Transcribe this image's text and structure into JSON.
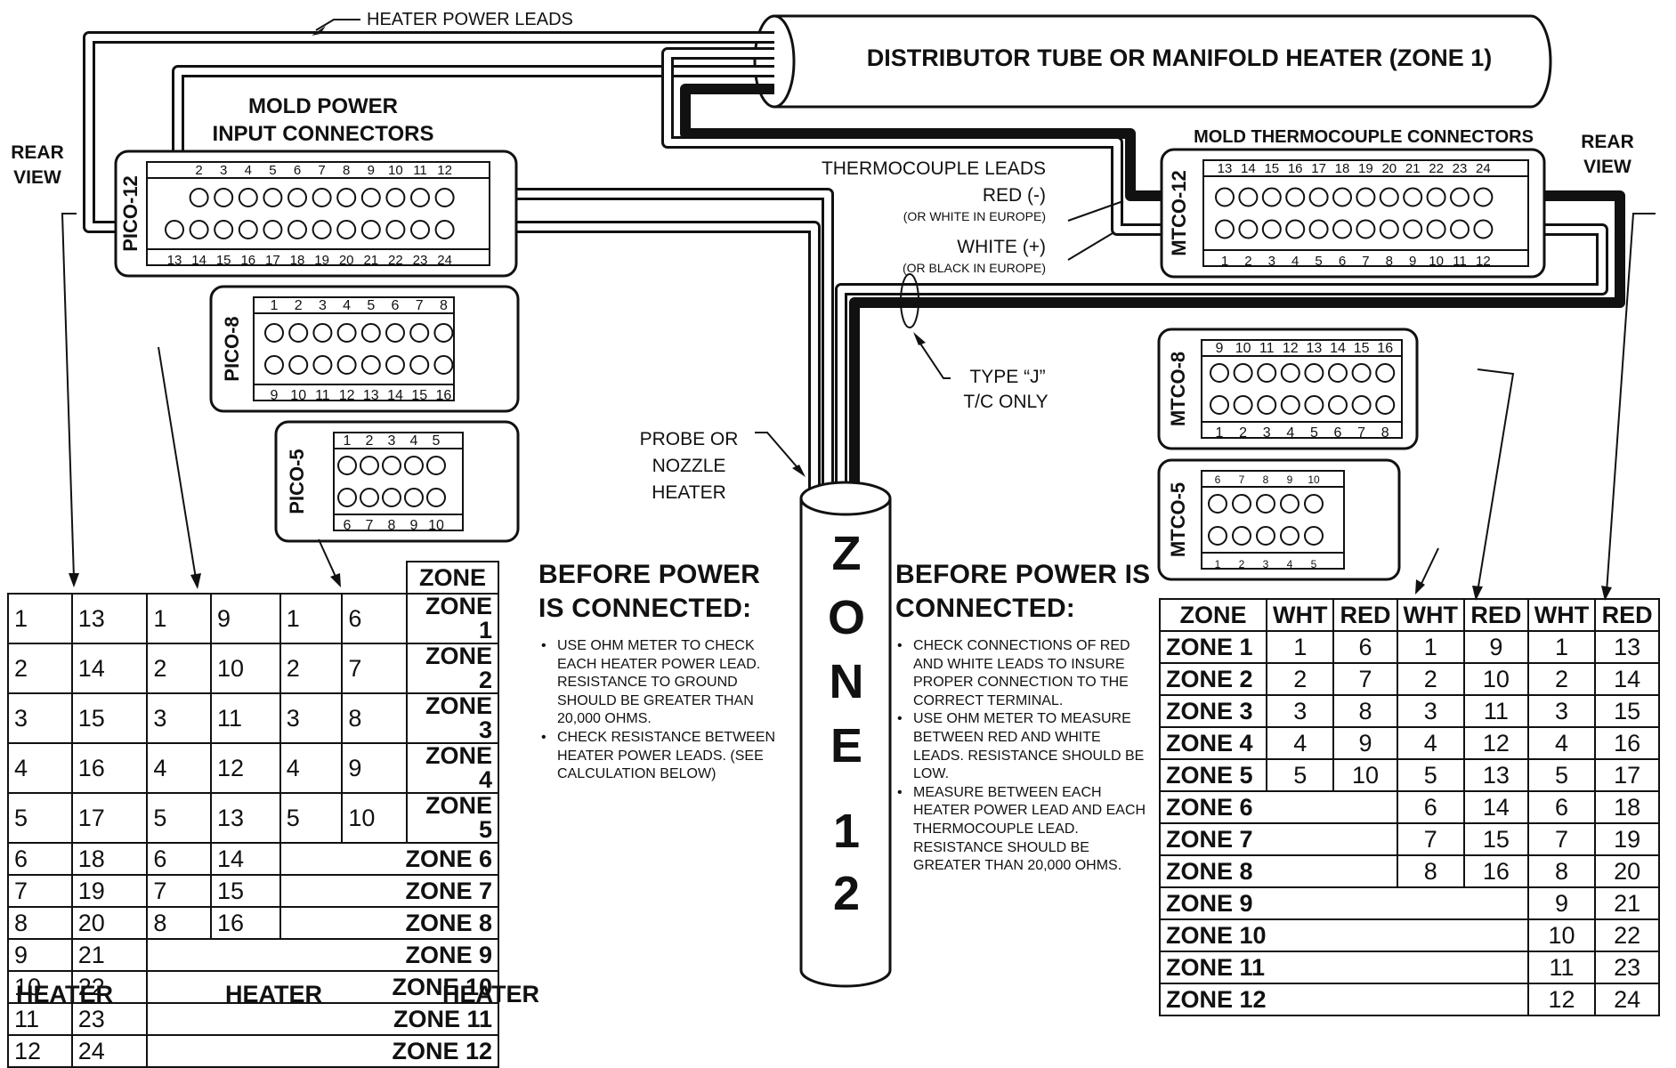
{
  "labels": {
    "heater_power_leads": "HEATER POWER LEADS",
    "distributor": "DISTRIBUTOR TUBE OR MANIFOLD HEATER (ZONE 1)",
    "mold_power_l1": "MOLD POWER",
    "mold_power_l2": "INPUT CONNECTORS",
    "rear_view_l1": "REAR",
    "rear_view_l2": "VIEW",
    "mold_tc": "MOLD THERMOCOUPLE CONNECTORS",
    "tc_leads": "THERMOCOUPLE LEADS",
    "red": "RED (-)",
    "red_note": "(OR WHITE IN EUROPE)",
    "white": "WHITE (+)",
    "white_note": "(OR BLACK IN EUROPE)",
    "type_j_l1": "TYPE “J”",
    "type_j_l2": "T/C ONLY",
    "probe_l1": "PROBE OR",
    "probe_l2": "NOZZLE",
    "probe_l3": "HEATER",
    "zone_vertical": [
      "Z",
      "O",
      "N",
      "E",
      "1",
      "2"
    ],
    "heater_footer": [
      "HEATER",
      "HEATER",
      "HEATER"
    ]
  },
  "connectors": {
    "pico12": {
      "name": "PICO-12",
      "top": [
        "2",
        "3",
        "4",
        "5",
        "6",
        "7",
        "8",
        "9",
        "10",
        "11",
        "12"
      ],
      "bottom": [
        "13",
        "14",
        "15",
        "16",
        "17",
        "18",
        "19",
        "20",
        "21",
        "22",
        "23",
        "24"
      ]
    },
    "pico8": {
      "name": "PICO-8",
      "top": [
        "1",
        "2",
        "3",
        "4",
        "5",
        "6",
        "7",
        "8"
      ],
      "bottom": [
        "9",
        "10",
        "11",
        "12",
        "13",
        "14",
        "15",
        "16"
      ]
    },
    "pico5": {
      "name": "PICO-5",
      "top": [
        "1",
        "2",
        "3",
        "4",
        "5"
      ],
      "bottom": [
        "6",
        "7",
        "8",
        "9",
        "10"
      ]
    },
    "mtco12": {
      "name": "MTCO-12",
      "top": [
        "13",
        "14",
        "15",
        "16",
        "17",
        "18",
        "19",
        "20",
        "21",
        "22",
        "23",
        "24"
      ],
      "bottom": [
        "1",
        "2",
        "3",
        "4",
        "5",
        "6",
        "7",
        "8",
        "9",
        "10",
        "11",
        "12"
      ]
    },
    "mtco8": {
      "name": "MTCO-8",
      "top": [
        "9",
        "10",
        "11",
        "12",
        "13",
        "14",
        "15",
        "16"
      ],
      "bottom": [
        "1",
        "2",
        "3",
        "4",
        "5",
        "6",
        "7",
        "8"
      ]
    },
    "mtco5": {
      "name": "MTCO-5",
      "top": [
        "6",
        "7",
        "8",
        "9",
        "10"
      ],
      "bottom": [
        "1",
        "2",
        "3",
        "4",
        "5"
      ]
    }
  },
  "left_table": {
    "header": "ZONE",
    "rows": [
      {
        "a": "1",
        "b": "13",
        "c": "1",
        "d": "9",
        "e": "1",
        "f": "6",
        "zone": "ZONE 1"
      },
      {
        "a": "2",
        "b": "14",
        "c": "2",
        "d": "10",
        "e": "2",
        "f": "7",
        "zone": "ZONE 2"
      },
      {
        "a": "3",
        "b": "15",
        "c": "3",
        "d": "11",
        "e": "3",
        "f": "8",
        "zone": "ZONE 3"
      },
      {
        "a": "4",
        "b": "16",
        "c": "4",
        "d": "12",
        "e": "4",
        "f": "9",
        "zone": "ZONE 4"
      },
      {
        "a": "5",
        "b": "17",
        "c": "5",
        "d": "13",
        "e": "5",
        "f": "10",
        "zone": "ZONE 5"
      },
      {
        "a": "6",
        "b": "18",
        "c": "6",
        "d": "14",
        "zone": "ZONE 6"
      },
      {
        "a": "7",
        "b": "19",
        "c": "7",
        "d": "15",
        "zone": "ZONE 7"
      },
      {
        "a": "8",
        "b": "20",
        "c": "8",
        "d": "16",
        "zone": "ZONE 8"
      },
      {
        "a": "9",
        "b": "21",
        "zone": "ZONE 9"
      },
      {
        "a": "10",
        "b": "22",
        "zone": "ZONE 10"
      },
      {
        "a": "11",
        "b": "23",
        "zone": "ZONE 11"
      },
      {
        "a": "12",
        "b": "24",
        "zone": "ZONE 12"
      }
    ]
  },
  "right_table": {
    "headers": [
      "ZONE",
      "WHT",
      "RED",
      "WHT",
      "RED",
      "WHT",
      "RED"
    ],
    "rows": [
      {
        "zone": "ZONE 1",
        "v": [
          "1",
          "6",
          "1",
          "9",
          "1",
          "13"
        ]
      },
      {
        "zone": "ZONE 2",
        "v": [
          "2",
          "7",
          "2",
          "10",
          "2",
          "14"
        ]
      },
      {
        "zone": "ZONE 3",
        "v": [
          "3",
          "8",
          "3",
          "11",
          "3",
          "15"
        ]
      },
      {
        "zone": "ZONE 4",
        "v": [
          "4",
          "9",
          "4",
          "12",
          "4",
          "16"
        ]
      },
      {
        "zone": "ZONE 5",
        "v": [
          "5",
          "10",
          "5",
          "13",
          "5",
          "17"
        ]
      },
      {
        "zone": "ZONE 6",
        "v": [
          "",
          "",
          "6",
          "14",
          "6",
          "18"
        ]
      },
      {
        "zone": "ZONE 7",
        "v": [
          "",
          "",
          "7",
          "15",
          "7",
          "19"
        ]
      },
      {
        "zone": "ZONE 8",
        "v": [
          "",
          "",
          "8",
          "16",
          "8",
          "20"
        ]
      },
      {
        "zone": "ZONE 9",
        "v": [
          "",
          "",
          "",
          "",
          "9",
          "21"
        ]
      },
      {
        "zone": "ZONE 10",
        "v": [
          "",
          "",
          "",
          "",
          "10",
          "22"
        ]
      },
      {
        "zone": "ZONE 11",
        "v": [
          "",
          "",
          "",
          "",
          "11",
          "23"
        ]
      },
      {
        "zone": "ZONE 12",
        "v": [
          "",
          "",
          "",
          "",
          "12",
          "24"
        ]
      }
    ]
  },
  "notes_power": {
    "title_l1": "BEFORE POWER",
    "title_l2": "IS CONNECTED:",
    "items": [
      "USE OHM METER TO CHECK EACH HEATER POWER LEAD. RESISTANCE TO GROUND SHOULD BE GREATER THAN 20,000 OHMS.",
      "CHECK RESISTANCE BETWEEN HEATER POWER LEADS. (SEE CALCULATION BELOW)"
    ]
  },
  "notes_tc": {
    "title_l1": "BEFORE POWER IS",
    "title_l2": "CONNECTED:",
    "items": [
      "CHECK CONNECTIONS OF RED AND WHITE LEADS TO INSURE PROPER CONNECTION TO THE CORRECT TERMINAL.",
      "USE OHM METER TO MEASURE BETWEEN RED AND WHITE LEADS. RESISTANCE SHOULD BE LOW.",
      "MEASURE BETWEEN EACH HEATER POWER LEAD AND EACH THERMOCOUPLE LEAD. RESISTANCE SHOULD BE GREATER THAN 20,000 OHMS."
    ]
  }
}
